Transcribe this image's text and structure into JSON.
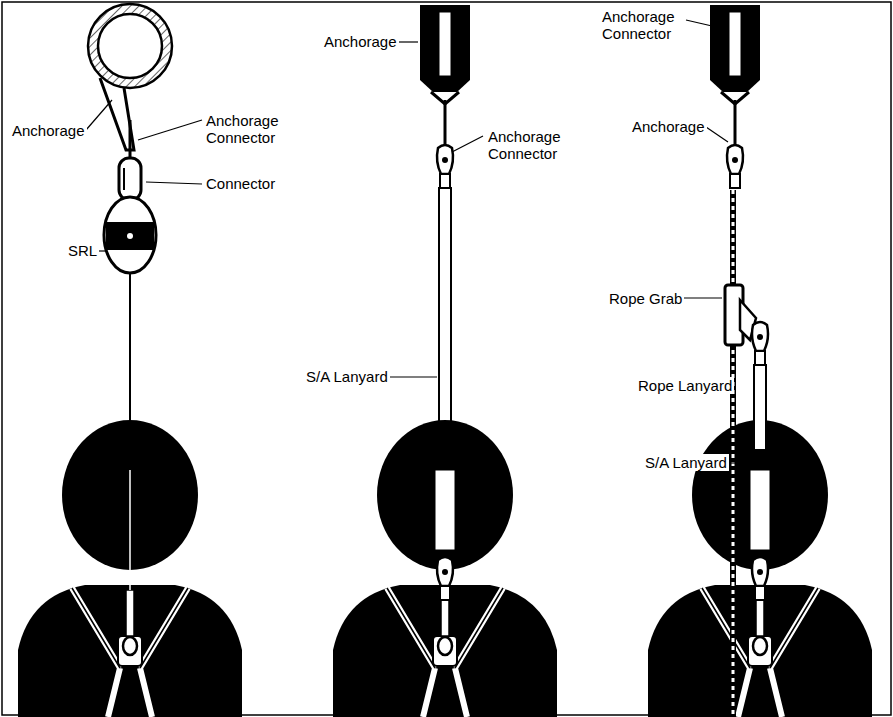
{
  "diagram": {
    "labels": [
      "Anchorage",
      "Anchorage Connector",
      "Connector",
      "SRL",
      "Anchorage",
      "Anchorage Connector",
      "S/A Lanyard",
      "Anchorage Connector",
      "Anchorage",
      "Rope Grab",
      "Rope Lanyard",
      "S/A Lanyard"
    ]
  }
}
